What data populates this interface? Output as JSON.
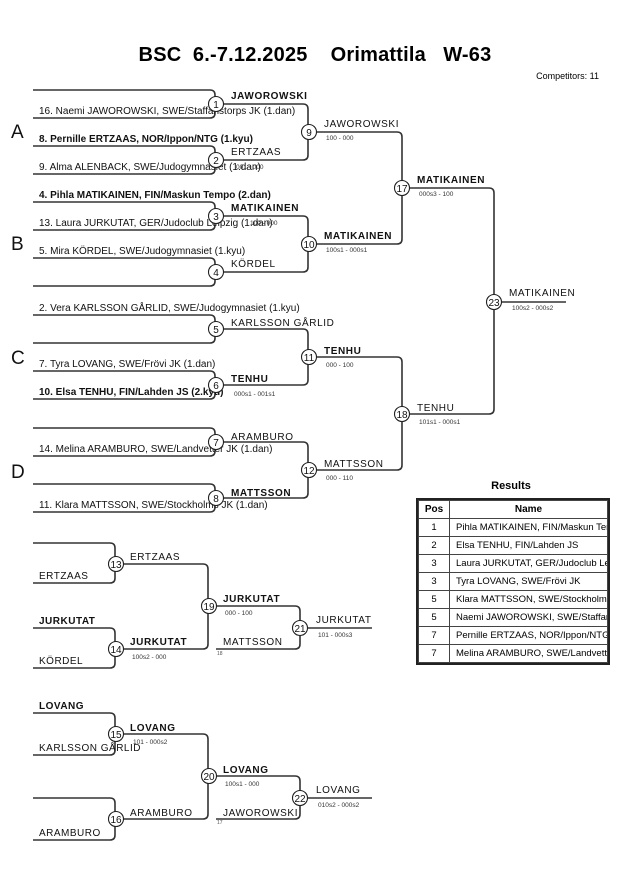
{
  "header": {
    "title": "BSC  6.-7.12.2025    Orimattila   W-63",
    "competitors": "Competitors: 11"
  },
  "pools": [
    "A",
    "B",
    "C",
    "D"
  ],
  "first_round_entries": [
    {
      "pool": "A",
      "text": "16. Naemi JAWOROWSKI, SWE/Staffanstorps JK (1.dan)",
      "bold": false
    },
    {
      "pool": "A",
      "text": "8. Pernille ERTZAAS, NOR/Ippon/NTG (1.kyu)",
      "bold": true
    },
    {
      "pool": "A",
      "text": "9. Alma ALENBACK, SWE/Judogymnasiet (1.dan)",
      "bold": false
    },
    {
      "pool": "B",
      "text": "4. Pihla MATIKAINEN, FIN/Maskun Tempo (2.dan)",
      "bold": true
    },
    {
      "pool": "B",
      "text": "13. Laura JURKUTAT, GER/Judoclub Leipzig (1.dan)",
      "bold": false
    },
    {
      "pool": "B",
      "text": "5. Mira KÖRDEL, SWE/Judogymnasiet (1.kyu)",
      "bold": false
    },
    {
      "pool": "C",
      "text": "2. Vera KARLSSON GÅRLID, SWE/Judogymnasiet (1.kyu)",
      "bold": false
    },
    {
      "pool": "C",
      "text": "7. Tyra LOVANG, SWE/Frövi JK (1.dan)",
      "bold": false
    },
    {
      "pool": "C",
      "text": "10. Elsa TENHU, FIN/Lahden JS (2.kyu)",
      "bold": true
    },
    {
      "pool": "D",
      "text": "14. Melina ARAMBURO, SWE/Landvetter JK (1.dan)",
      "bold": false
    },
    {
      "pool": "D",
      "text": "11. Klara MATTSSON, SWE/Stockholms JK (1.dan)",
      "bold": false
    }
  ],
  "matches": [
    {
      "id": "1",
      "winner": "JAWOROWSKI",
      "winner_bold": true,
      "score": ""
    },
    {
      "id": "2",
      "winner": "ERTZAAS",
      "winner_bold": false,
      "score": "001 - 000"
    },
    {
      "id": "3",
      "winner": "MATIKAINEN",
      "winner_bold": true,
      "score": "100 - 000"
    },
    {
      "id": "4",
      "winner": "KÖRDEL",
      "winner_bold": false,
      "score": ""
    },
    {
      "id": "5",
      "winner": "KARLSSON GÅRLID",
      "winner_bold": false,
      "score": ""
    },
    {
      "id": "6",
      "winner": "TENHU",
      "winner_bold": true,
      "score": "000s1 - 001s1"
    },
    {
      "id": "7",
      "winner": "ARAMBURO",
      "winner_bold": false,
      "score": ""
    },
    {
      "id": "8",
      "winner": "MATTSSON",
      "winner_bold": true,
      "score": ""
    },
    {
      "id": "9",
      "winner": "JAWOROWSKI",
      "winner_bold": false,
      "score": "100 - 000"
    },
    {
      "id": "10",
      "winner": "MATIKAINEN",
      "winner_bold": true,
      "score": "100s1 - 000s1"
    },
    {
      "id": "11",
      "winner": "TENHU",
      "winner_bold": true,
      "score": "000 - 100"
    },
    {
      "id": "12",
      "winner": "MATTSSON",
      "winner_bold": false,
      "score": "000 - 110"
    },
    {
      "id": "17",
      "winner": "MATIKAINEN",
      "winner_bold": true,
      "score": "000s3 - 100"
    },
    {
      "id": "18",
      "winner": "TENHU",
      "winner_bold": false,
      "score": "101s1 - 000s1"
    },
    {
      "id": "23",
      "winner": "MATIKAINEN",
      "winner_bold": false,
      "score": "100s2 - 000s2"
    }
  ],
  "repechage": {
    "entries": [
      {
        "slot": "13a",
        "text": "",
        "bold": false
      },
      {
        "slot": "13b",
        "text": "ERTZAAS",
        "bold": false
      },
      {
        "slot": "14a",
        "text": "JURKUTAT",
        "bold": true
      },
      {
        "slot": "14b",
        "text": "KÖRDEL",
        "bold": false
      },
      {
        "slot": "15a",
        "text": "LOVANG",
        "bold": true
      },
      {
        "slot": "15b",
        "text": "KARLSSON GÅRLID",
        "bold": false
      },
      {
        "slot": "16a",
        "text": "",
        "bold": false
      },
      {
        "slot": "16b",
        "text": "ARAMBURO",
        "bold": false
      }
    ],
    "matches": [
      {
        "id": "13",
        "winner": "ERTZAAS",
        "winner_bold": false,
        "score": ""
      },
      {
        "id": "14",
        "winner": "JURKUTAT",
        "winner_bold": true,
        "score": "100s2 - 000"
      },
      {
        "id": "15",
        "winner": "LOVANG",
        "winner_bold": true,
        "score": "101 - 000s2"
      },
      {
        "id": "16",
        "winner": "ARAMBURO",
        "winner_bold": false,
        "score": ""
      },
      {
        "id": "19",
        "winner": "JURKUTAT",
        "winner_bold": true,
        "score": "000 - 100"
      },
      {
        "id": "20",
        "winner": "LOVANG",
        "winner_bold": true,
        "score": "100s1 - 000"
      },
      {
        "id": "21",
        "winner": "JURKUTAT",
        "winner_bold": false,
        "score": "101 - 000s3"
      },
      {
        "id": "22",
        "winner": "LOVANG",
        "winner_bold": false,
        "score": "010s2 - 000s2"
      }
    ],
    "crossovers": [
      {
        "match": "21",
        "name": "MATTSSON",
        "from": "18"
      },
      {
        "match": "22",
        "name": "JAWOROWSKI",
        "from": "17"
      }
    ]
  },
  "results": {
    "title": "Results",
    "headers": {
      "pos": "Pos",
      "name": "Name"
    },
    "rows": [
      {
        "pos": "1",
        "name": "Pihla MATIKAINEN, FIN/Maskun Tempo"
      },
      {
        "pos": "2",
        "name": "Elsa TENHU, FIN/Lahden JS"
      },
      {
        "pos": "3",
        "name": "Laura JURKUTAT, GER/Judoclub Leipzig"
      },
      {
        "pos": "3",
        "name": "Tyra LOVANG, SWE/Frövi JK"
      },
      {
        "pos": "5",
        "name": "Klara MATTSSON, SWE/Stockholms JK"
      },
      {
        "pos": "5",
        "name": "Naemi JAWOROWSKI, SWE/Staffanstorps JK"
      },
      {
        "pos": "7",
        "name": "Pernille ERTZAAS, NOR/Ippon/NTG"
      },
      {
        "pos": "7",
        "name": "Melina ARAMBURO, SWE/Landvetter JK"
      }
    ]
  }
}
